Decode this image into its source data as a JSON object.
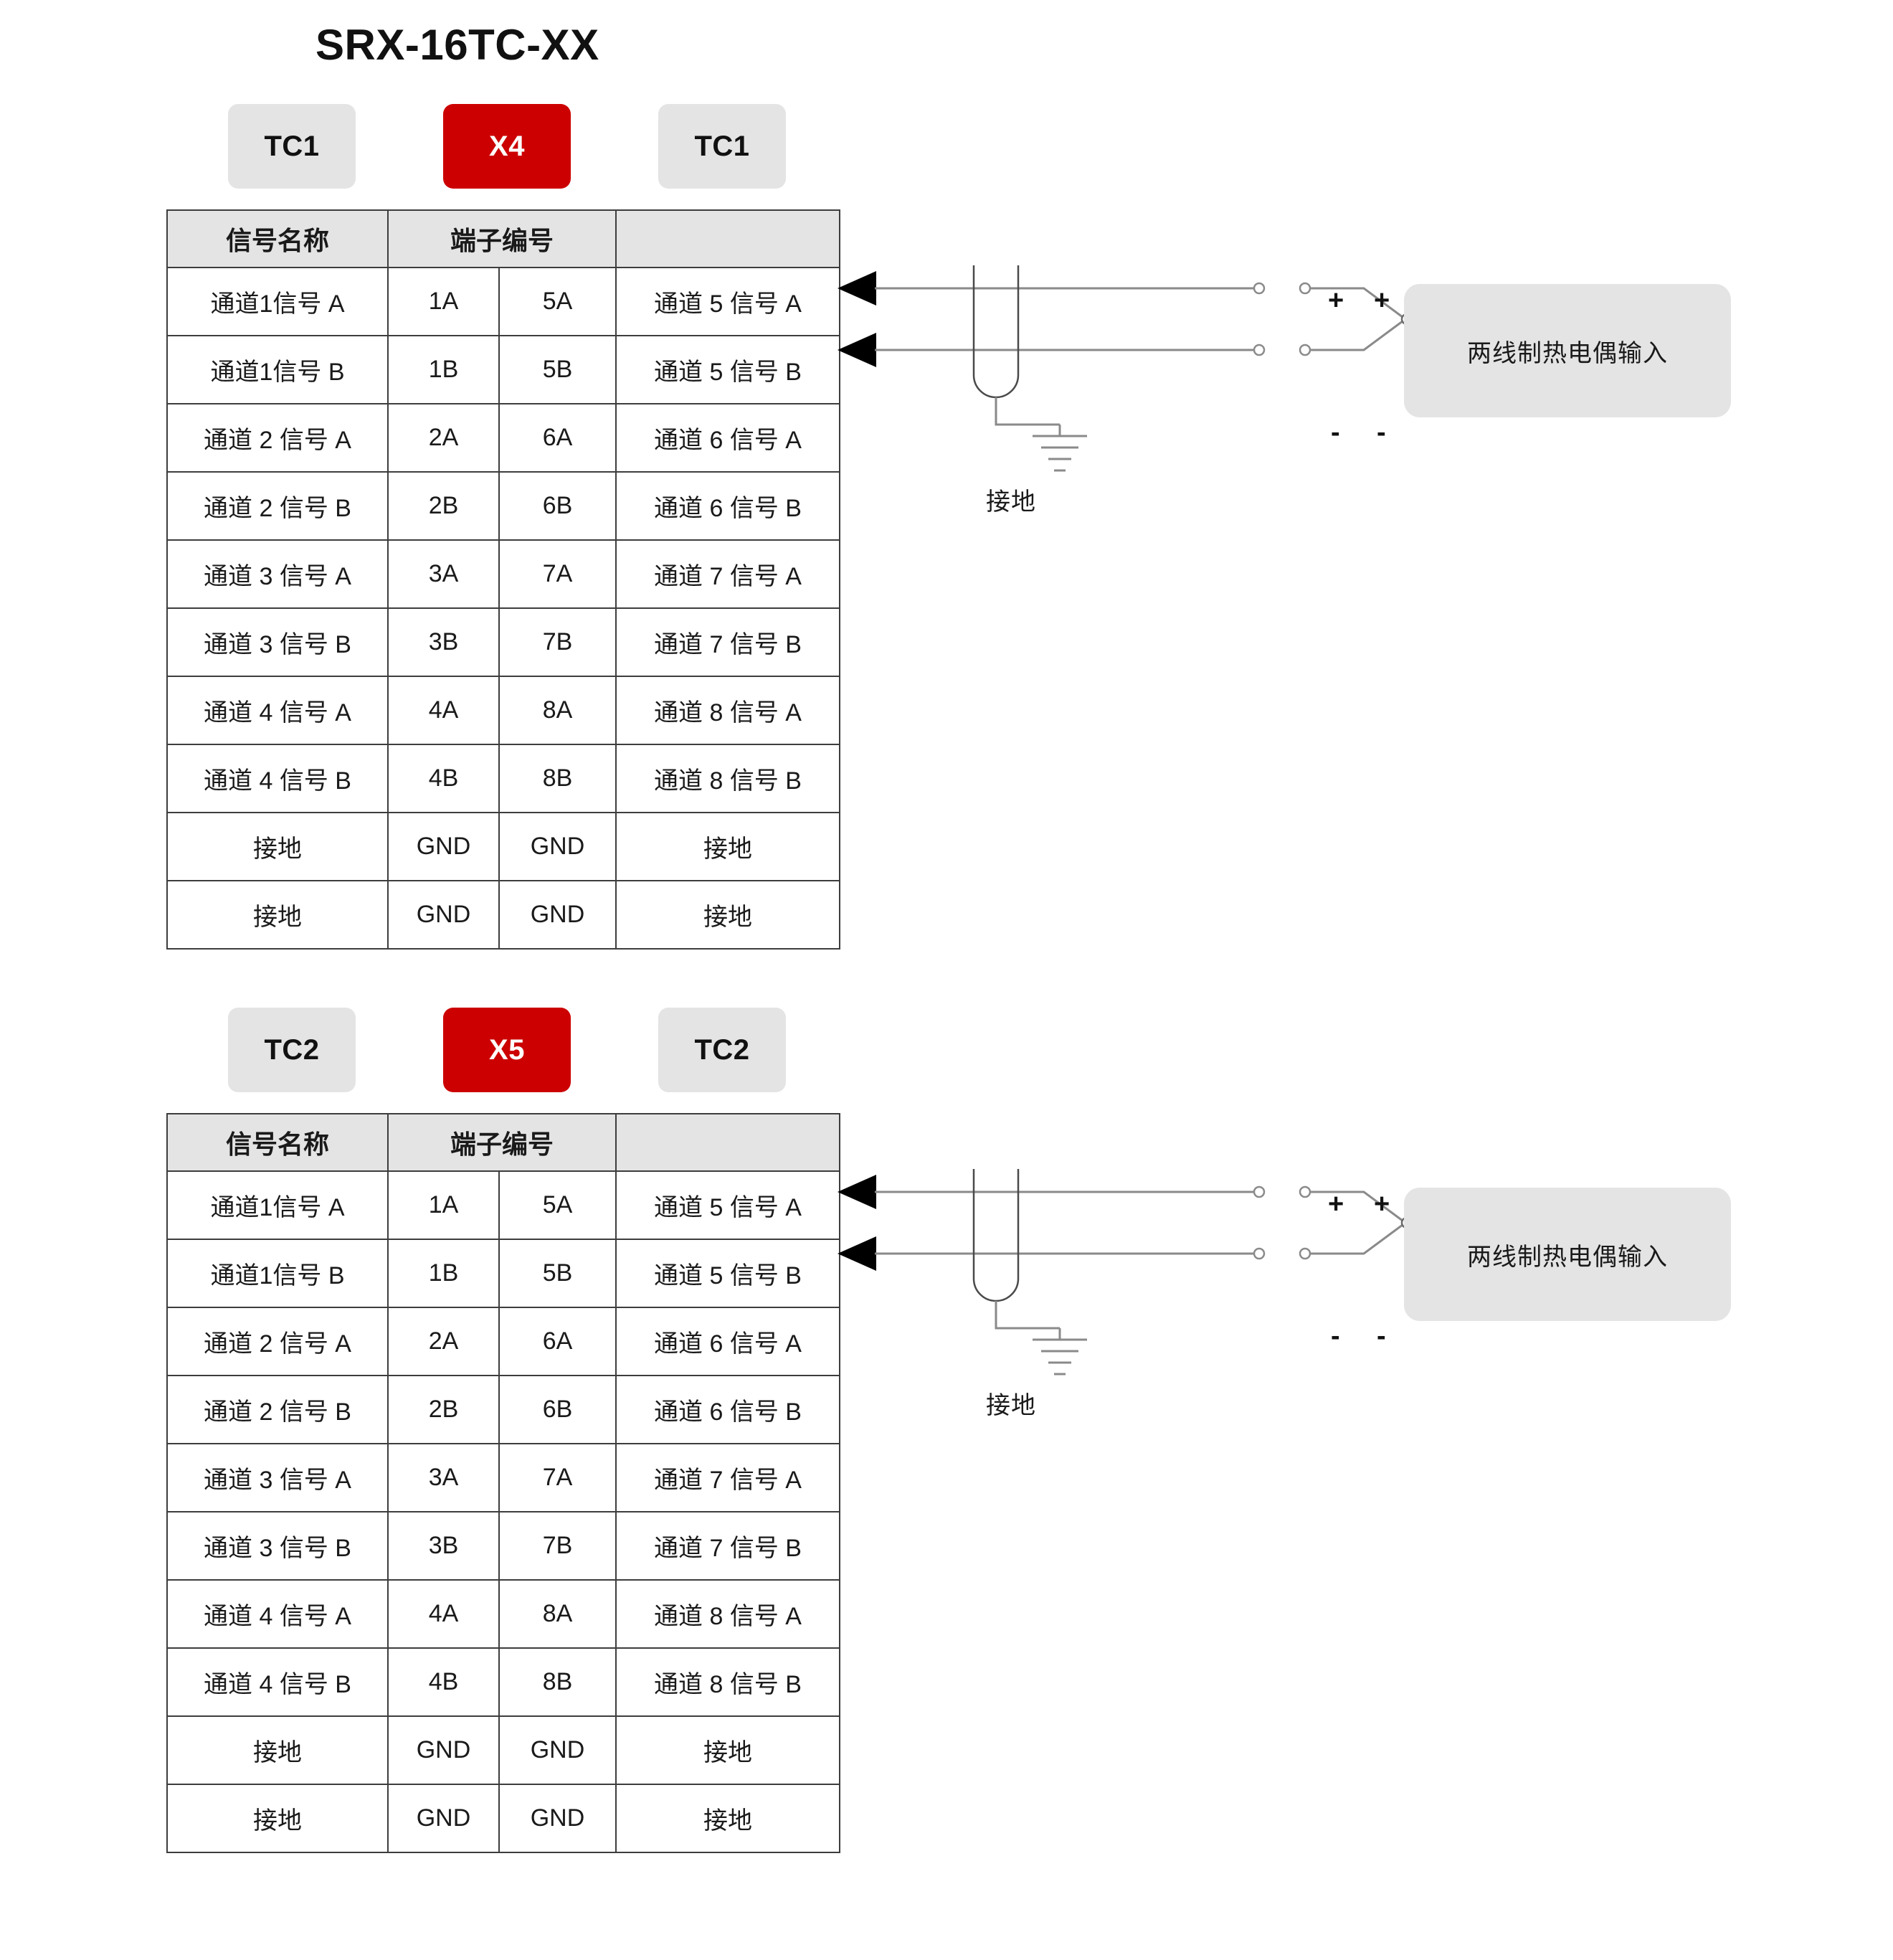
{
  "title": "SRX-16TC-XX",
  "table_header": {
    "signal_name": "信号名称",
    "terminal_number": "端子编号",
    "blank": ""
  },
  "blocks": [
    {
      "tag_left": "TC1",
      "tag_mid": "X4",
      "tag_right": "TC1",
      "rows": [
        {
          "sig_left": "通道1信号 A",
          "num_left": "1A",
          "num_right": "5A",
          "sig_right": "通道 5 信号 A"
        },
        {
          "sig_left": "通道1信号 B",
          "num_left": "1B",
          "num_right": "5B",
          "sig_right": "通道 5 信号 B"
        },
        {
          "sig_left": "通道 2 信号 A",
          "num_left": "2A",
          "num_right": "6A",
          "sig_right": "通道 6 信号 A"
        },
        {
          "sig_left": "通道 2 信号 B",
          "num_left": "2B",
          "num_right": "6B",
          "sig_right": "通道 6 信号 B"
        },
        {
          "sig_left": "通道 3 信号 A",
          "num_left": "3A",
          "num_right": "7A",
          "sig_right": "通道 7 信号 A"
        },
        {
          "sig_left": "通道 3 信号 B",
          "num_left": "3B",
          "num_right": "7B",
          "sig_right": "通道 7 信号 B"
        },
        {
          "sig_left": "通道 4 信号 A",
          "num_left": "4A",
          "num_right": "8A",
          "sig_right": "通道 8 信号 A"
        },
        {
          "sig_left": "通道 4 信号 B",
          "num_left": "4B",
          "num_right": "8B",
          "sig_right": "通道 8 信号 B"
        },
        {
          "sig_left": "接地",
          "num_left": "GND",
          "num_right": "GND",
          "sig_right": "接地"
        },
        {
          "sig_left": "接地",
          "num_left": "GND",
          "num_right": "GND",
          "sig_right": "接地"
        }
      ],
      "diagram": {
        "ground_label": "接地",
        "input_label": "两线制热电偶输入",
        "plus_1": "+",
        "plus_2": "+",
        "minus_1": "-",
        "minus_2": "-"
      }
    },
    {
      "tag_left": "TC2",
      "tag_mid": "X5",
      "tag_right": "TC2",
      "rows": [
        {
          "sig_left": "通道1信号 A",
          "num_left": "1A",
          "num_right": "5A",
          "sig_right": "通道 5 信号 A"
        },
        {
          "sig_left": "通道1信号 B",
          "num_left": "1B",
          "num_right": "5B",
          "sig_right": "通道 5 信号 B"
        },
        {
          "sig_left": "通道 2 信号 A",
          "num_left": "2A",
          "num_right": "6A",
          "sig_right": "通道 6 信号 A"
        },
        {
          "sig_left": "通道 2 信号 B",
          "num_left": "2B",
          "num_right": "6B",
          "sig_right": "通道 6 信号 B"
        },
        {
          "sig_left": "通道 3 信号 A",
          "num_left": "3A",
          "num_right": "7A",
          "sig_right": "通道 7 信号 A"
        },
        {
          "sig_left": "通道 3 信号 B",
          "num_left": "3B",
          "num_right": "7B",
          "sig_right": "通道 7 信号 B"
        },
        {
          "sig_left": "通道 4 信号 A",
          "num_left": "4A",
          "num_right": "8A",
          "sig_right": "通道 8 信号 A"
        },
        {
          "sig_left": "通道 4 信号 B",
          "num_left": "4B",
          "num_right": "8B",
          "sig_right": "通道 8 信号 B"
        },
        {
          "sig_left": "接地",
          "num_left": "GND",
          "num_right": "GND",
          "sig_right": "接地"
        },
        {
          "sig_left": "接地",
          "num_left": "GND",
          "num_right": "GND",
          "sig_right": "接地"
        }
      ],
      "diagram": {
        "ground_label": "接地",
        "input_label": "两线制热电偶输入",
        "plus_1": "+",
        "plus_2": "+",
        "minus_1": "-",
        "minus_2": "-"
      }
    }
  ],
  "colors": {
    "accent_red": "#cc0000",
    "chip_gray": "#e4e4e4",
    "border": "#3d3d3d",
    "wire": "#8a8a8a"
  }
}
